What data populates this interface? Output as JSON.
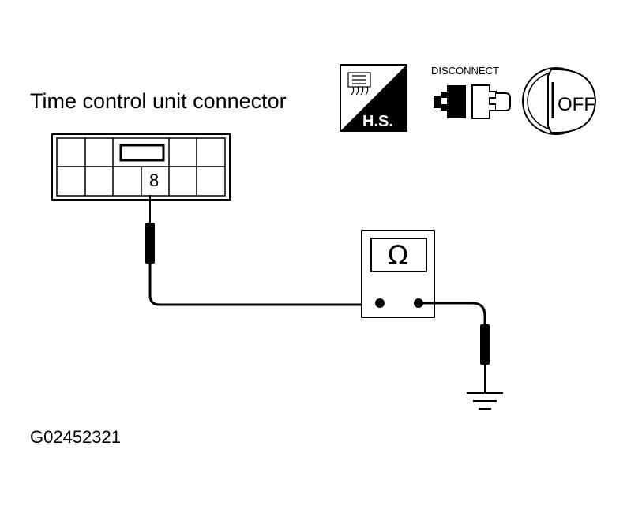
{
  "diagram": {
    "title": "Time control unit connector",
    "pin_label": "8",
    "meter_symbol": "Ω",
    "figure_code": "G02452321"
  },
  "icons": {
    "hs_label": "H.S.",
    "disconnect_label": "DISCONNECT",
    "switch_label": "OFF"
  }
}
